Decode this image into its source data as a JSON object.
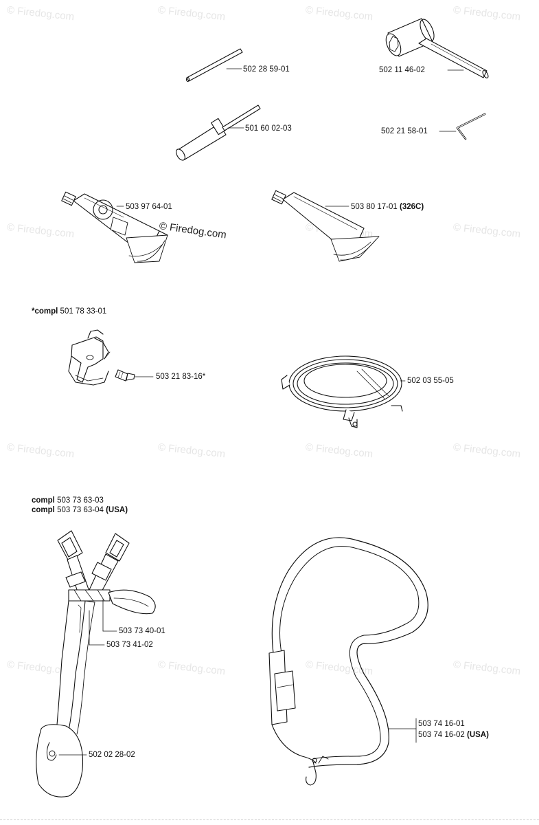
{
  "watermark": "© Firedog.com",
  "stamp": "© Firedog.com",
  "parts": {
    "p_502_28_59_01": "502 28 59-01",
    "p_502_11_46_02": "502 11 46-02",
    "p_501_60_02_03": "501 60 02-03",
    "p_502_21_58_01": "502 21 58-01",
    "p_503_97_64_01": "503 97 64-01",
    "p_503_80_17_01": "503 80 17-01",
    "p_503_80_17_01_note": "(326C)",
    "p_503_21_83_16": "503 21 83-16*",
    "p_502_03_55_05": "502 03 55-05",
    "p_503_73_40_01": "503 73 40-01",
    "p_503_73_41_02": "503 73 41-02",
    "p_502_02_28_02": "502 02 28-02",
    "p_503_74_16_01": "503 74 16-01",
    "p_503_74_16_02": "503 74 16-02",
    "p_503_74_16_02_note": "(USA)"
  },
  "kits": {
    "kit1_prefix": "*compl",
    "kit1_number": "501 78 33-01",
    "kit2_prefix": "compl",
    "kit2_number": "503 73 63-03",
    "kit3_prefix": "compl",
    "kit3_number": "503 73 63-04",
    "kit3_note": "(USA)"
  }
}
